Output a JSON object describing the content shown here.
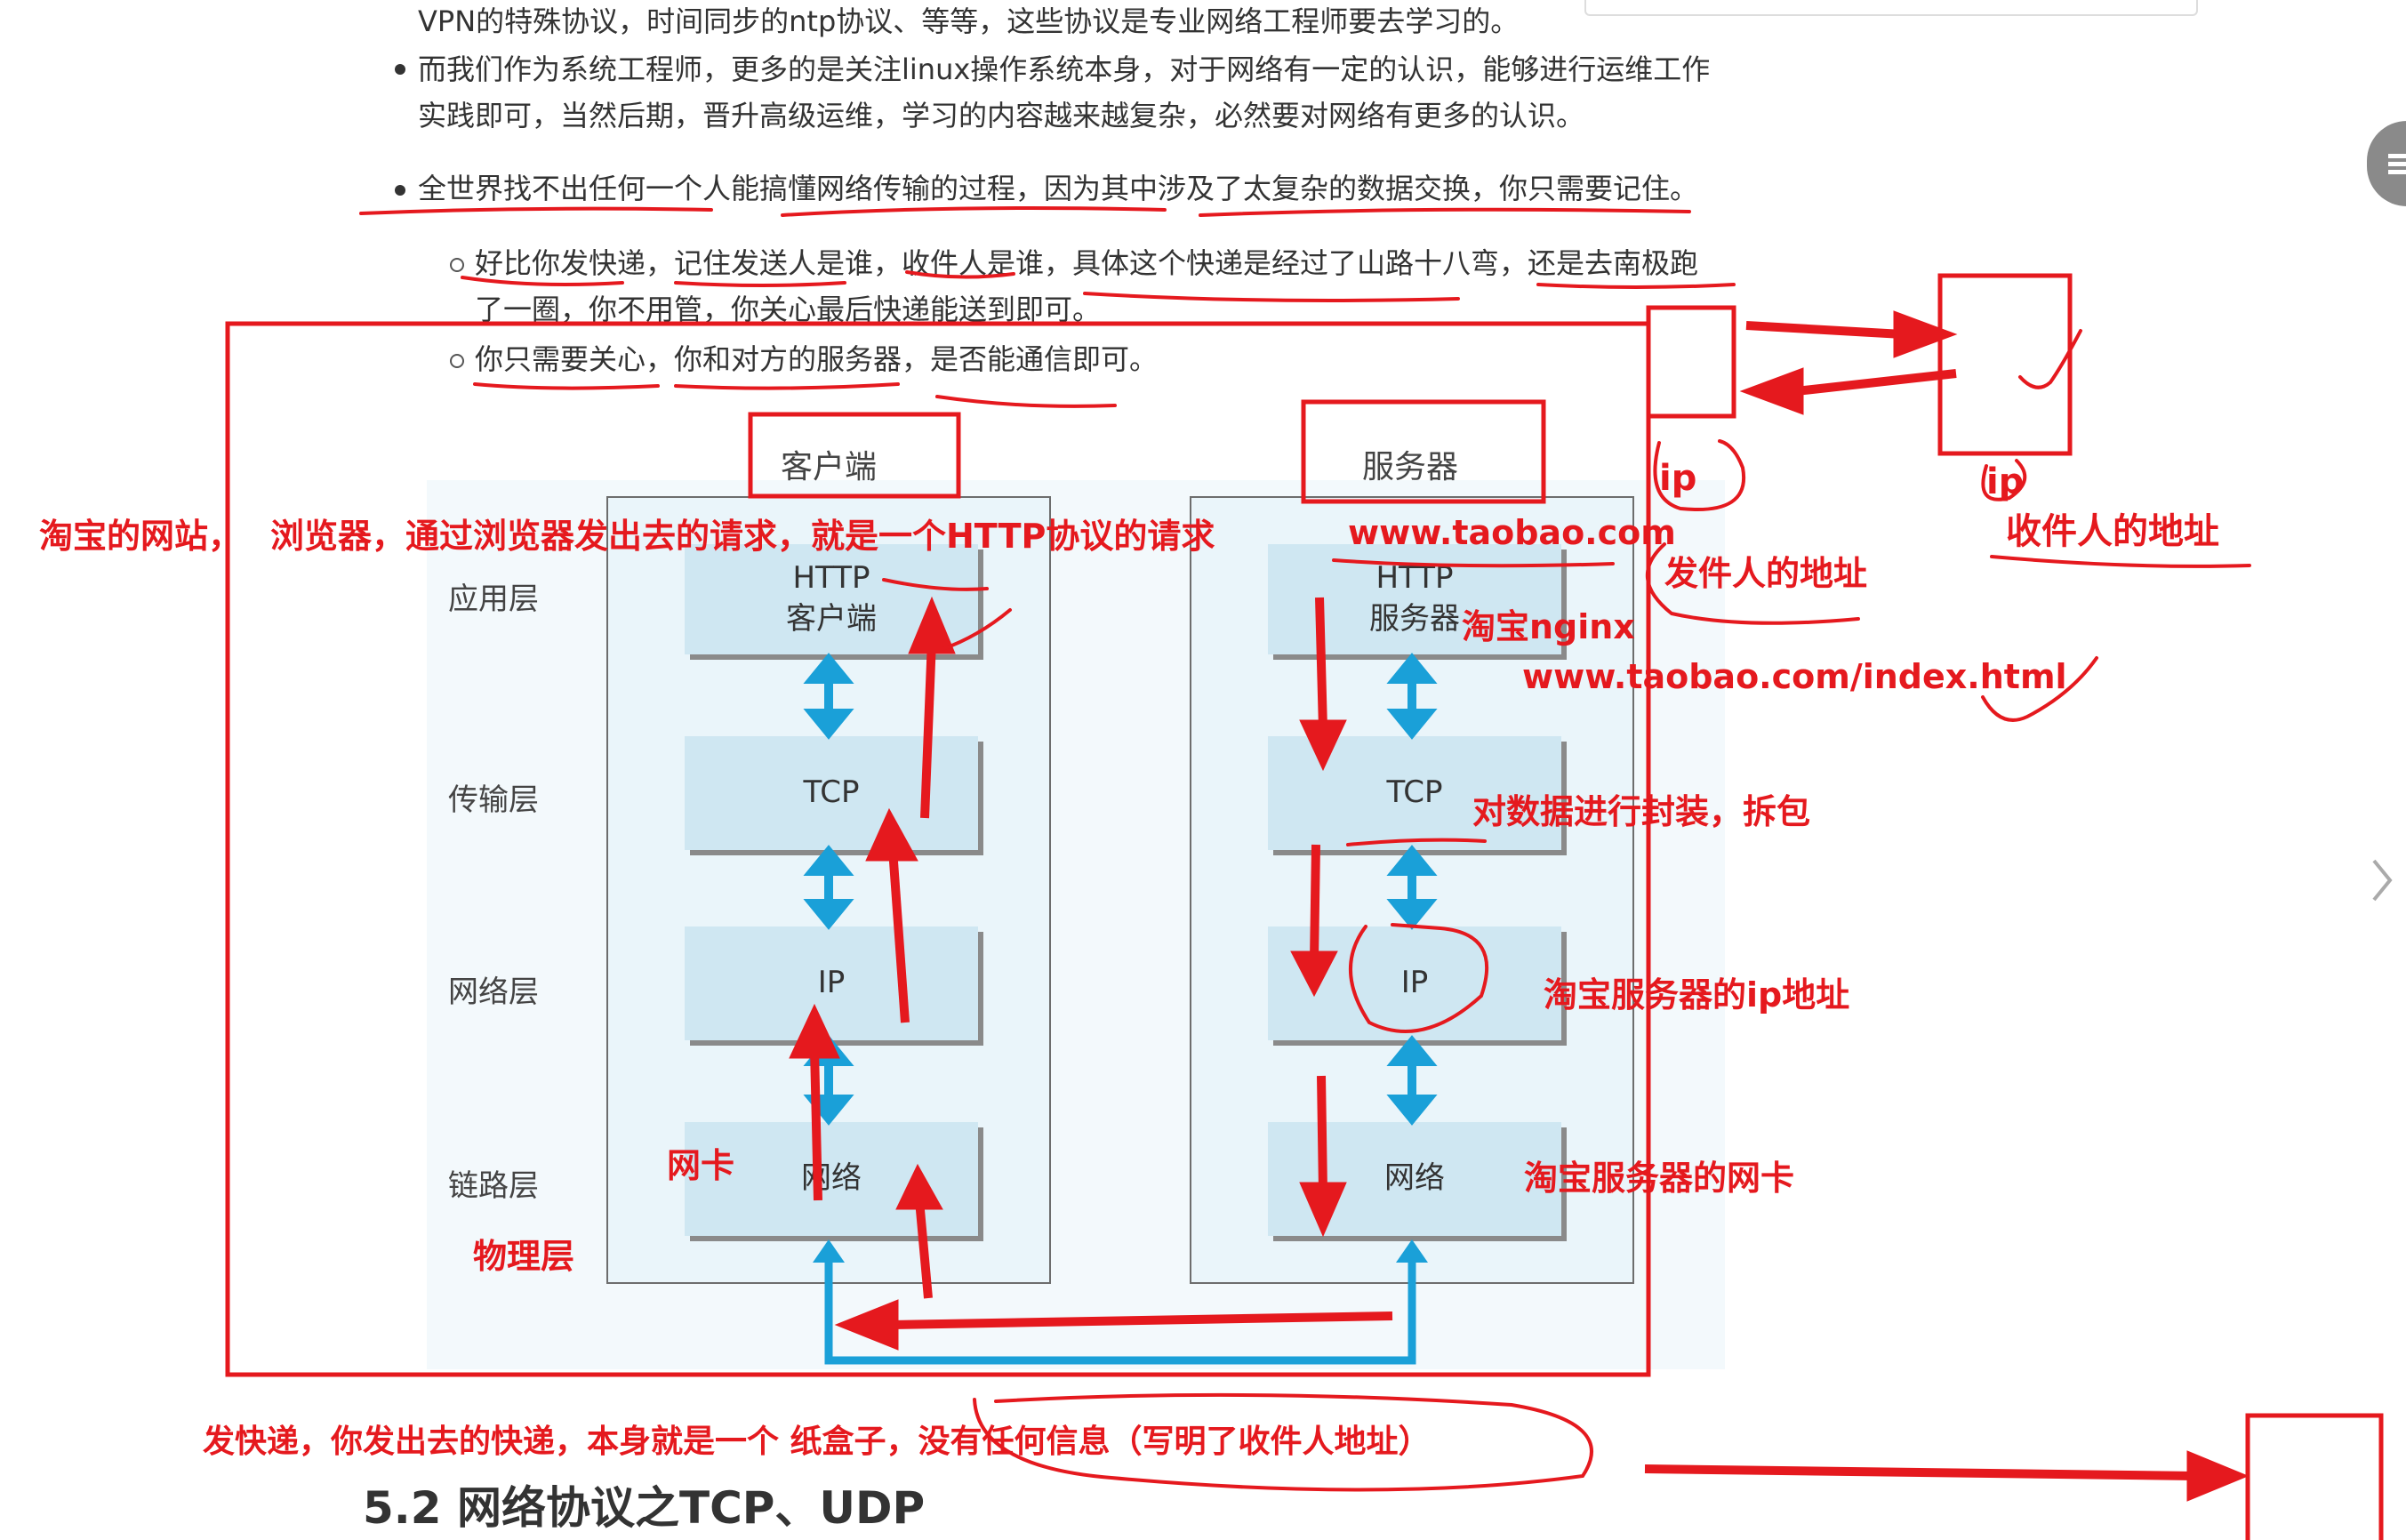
{
  "article": {
    "line1": "VPN的特殊协议，时间同步的ntp协议、等等，这些协议是专业网络工程师要去学习的。",
    "bullet2_line1": "而我们作为系统工程师，更多的是关注linux操作系统本身，对于网络有一定的认识，能够进行运维工作",
    "bullet2_line2": "实践即可，当然后期，晋升高级运维，学习的内容越来越复杂，必然要对网络有更多的认识。",
    "bullet3": "全世界找不出任何一个人能搞懂网络传输的过程，因为其中涉及了太复杂的数据交换，你只需要记住。",
    "sub1_line1": "好比你发快递，记住发送人是谁，收件人是谁，具体这个快递是经过了山路十八弯，还是去南极跑",
    "sub1_line2": "了一圈，你不用管，你关心最后快递能送到即可。",
    "sub2": "你只需要关心，你和对方的服务器，是否能通信即可。"
  },
  "diagram": {
    "client_header": "客户端",
    "server_header": "服务器",
    "layer_names": [
      "应用层",
      "传输层",
      "网络层",
      "链路层"
    ],
    "client_layers": [
      "HTTP\n客户端",
      "TCP",
      "IP",
      "网络"
    ],
    "server_layers": [
      "HTTP\n服务器",
      "TCP",
      "IP",
      "网络"
    ]
  },
  "annotations": {
    "taobao_site": "淘宝的网站，",
    "browser_request": "浏览器，通过浏览器发出去的请求，就是一个HTTP协议的请求",
    "www_taobao": "www.taobao.com",
    "sender_address": "发件人的地址",
    "taobao_nginx": "淘宝nginx",
    "taobao_index": "www.taobao.com/index.html",
    "encapsulate": "对数据进行封装，拆包",
    "server_ip": "淘宝服务器的ip地址",
    "nic": "网卡",
    "server_nic": "淘宝服务器的网卡",
    "physical_layer": "物理层",
    "ip_left": "ip",
    "ip_right": "ip",
    "receiver_address": "收件人的地址",
    "bottom_note": "发快递，你发出去的快递，本身就是一个 纸盒子，没有任何信息（写明了收件人地址）"
  },
  "section_heading": "5.2 网络协议之TCP、UDP",
  "colors": {
    "annotation_red": "#e5191e",
    "diagram_blue": "#1aa0d8",
    "layer_fill": "#cfe7f2",
    "column_fill": "#eaf5fa"
  },
  "icons": [
    "menu-icon",
    "chevron-right-icon"
  ]
}
